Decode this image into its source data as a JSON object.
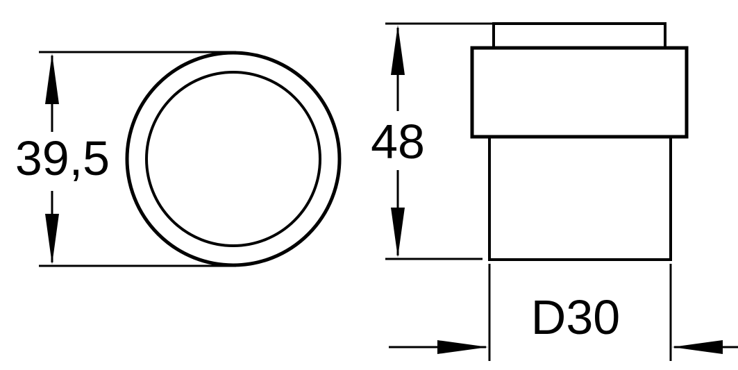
{
  "dimensions": {
    "top_view_diameter": "39,5",
    "side_view_height": "48",
    "side_view_base_diameter": "D30"
  },
  "colors": {
    "stroke": "#000000",
    "background": "#ffffff"
  }
}
